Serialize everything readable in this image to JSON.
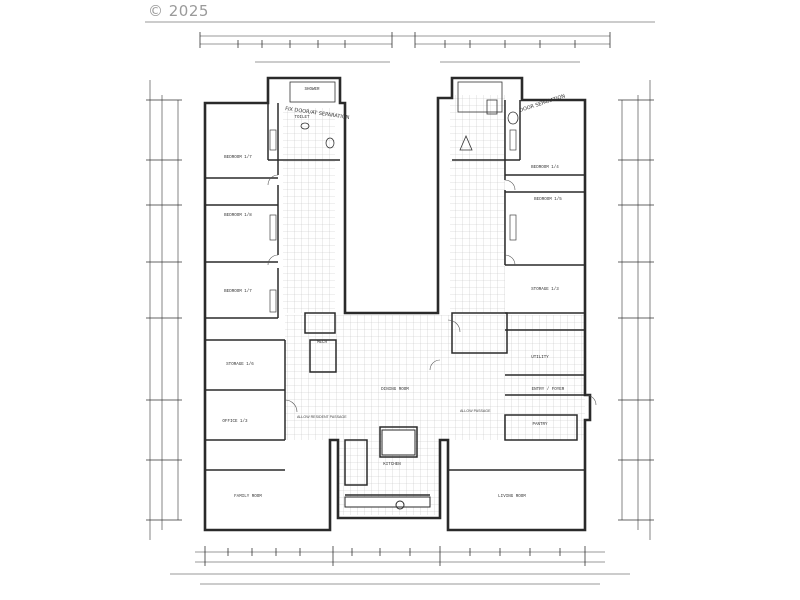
{
  "watermark": {
    "copyright": "© 2025"
  },
  "rooms": {
    "bedroom_1": "BEDROOM 1/7",
    "bedroom_2": "BEDROOM 1/8",
    "bedroom_3": "BEDROOM 1/7",
    "bedroom_4": "BEDROOM 1/4",
    "bedroom_5": "BEDROOM 1/5",
    "storage_left": "STORAGE 1/6",
    "storage_right": "STORAGE 1/3",
    "office": "OFFICE 1/3",
    "family_room": "FAMILY ROOM",
    "dining_room": "DINING ROOM",
    "kitchen": "KITCHEN",
    "living_room": "LIVING ROOM",
    "mech": "MECH",
    "utility": "UTILITY",
    "entry_foyer": "ENTRY / FOYER",
    "pantry": "PANTRY",
    "shower": "SHOWER",
    "toilet": "TOILET"
  },
  "annotations": {
    "handwritten_left": "FIX DOOR/AT SEPARATION",
    "handwritten_right": "DOOR SEPARATION",
    "hvac_left": "ALLOW RESIDENT PASSAGE",
    "hvac_right": "ALLOW PASSAGE"
  },
  "colors": {
    "ink": "#2a2a2a",
    "grid": "#b8b8b8",
    "watermark": "#9a9a9a"
  }
}
